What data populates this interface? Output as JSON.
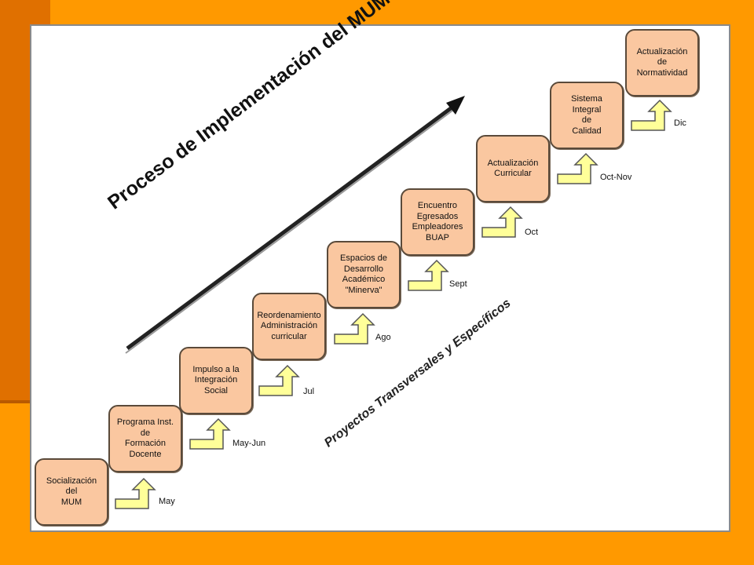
{
  "title": "Proceso de Implementación del MUM",
  "subtitle": "Proyectos Transversales y Específicos",
  "colors": {
    "background": "#FF9900",
    "step_fill": "#FAC7A0",
    "arrow_fill": "#FFFF99"
  },
  "steps": [
    {
      "label": "Socialización\ndel\nMUM",
      "month": "May"
    },
    {
      "label": "Programa Inst.\nde\nFormación\nDocente",
      "month": "May-Jun"
    },
    {
      "label": "Impulso a la\nIntegración\nSocial",
      "month": "Jul"
    },
    {
      "label": "Reordenamiento\nAdministración\ncurricular",
      "month": "Ago"
    },
    {
      "label": "Espacios de\nDesarrollo\nAcadémico\n\"Minerva\"",
      "month": "Sept"
    },
    {
      "label": "Encuentro\nEgresados\nEmpleadores\nBUAP",
      "month": "Oct"
    },
    {
      "label": "Actualización\nCurricular",
      "month": "Oct-Nov"
    },
    {
      "label": "Sistema\nIntegral\nde\nCalidad",
      "month": "Dic"
    },
    {
      "label": "Actualización\nde\nNormatividad",
      "month": ""
    }
  ]
}
